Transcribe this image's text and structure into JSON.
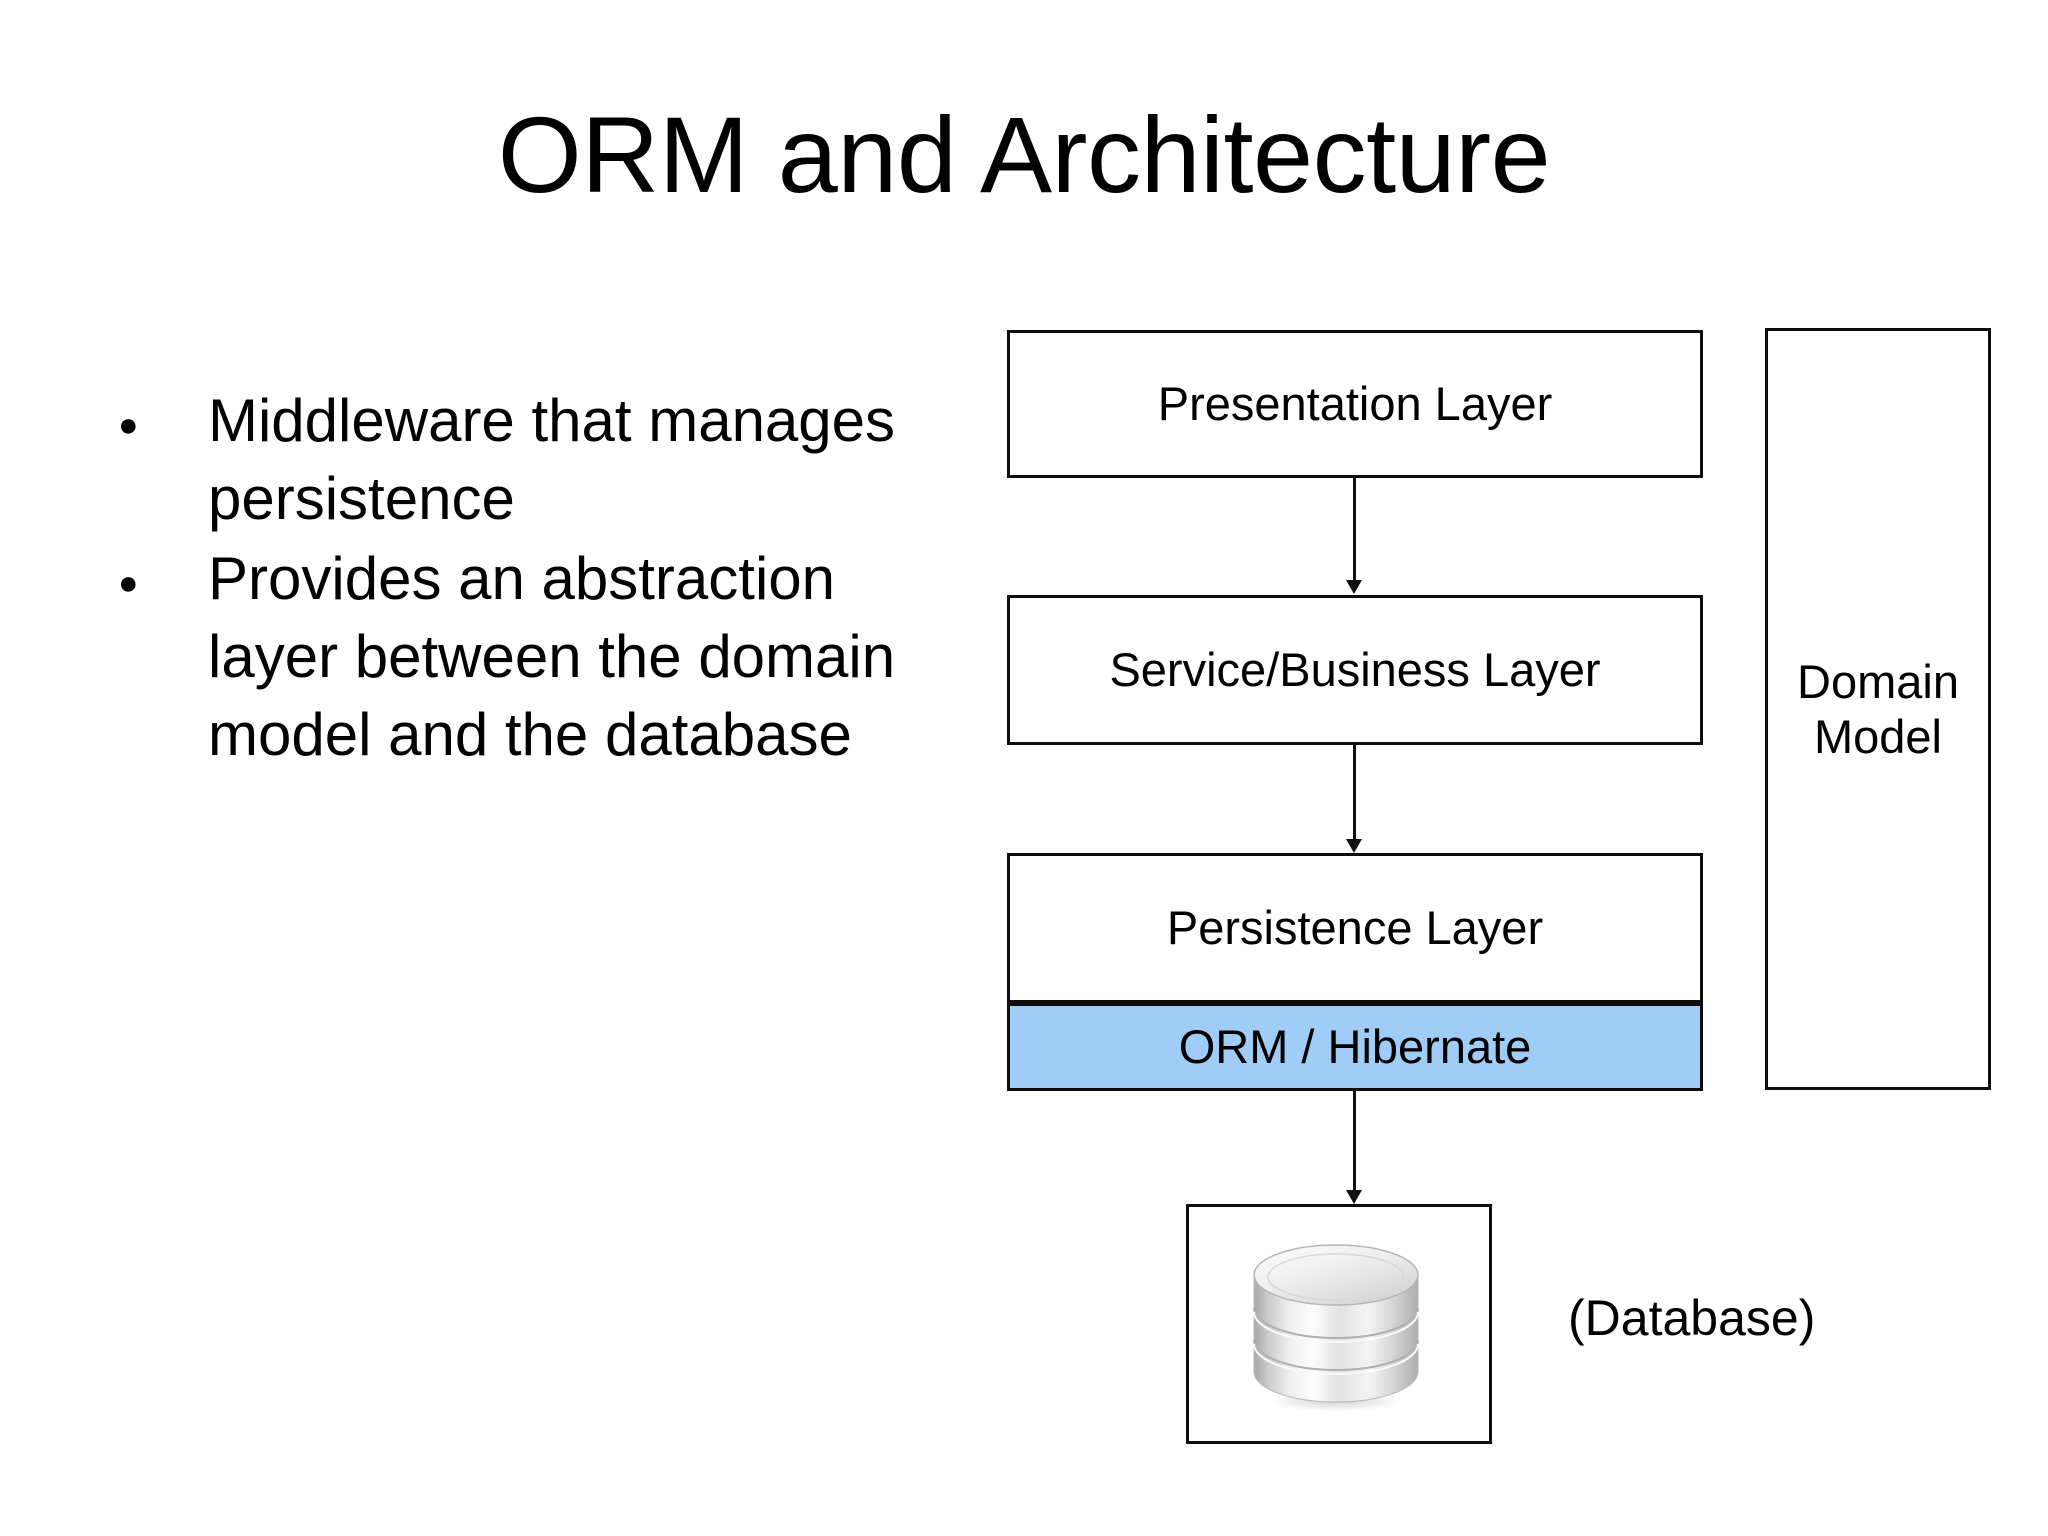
{
  "slide": {
    "title": "ORM and Architecture",
    "background_color": "#FFFFFF",
    "text_color": "#000000"
  },
  "bullets": [
    {
      "marker": "●",
      "text": "Middleware that manages persistence"
    },
    {
      "marker": "●",
      "text": "Provides an abstraction layer between the domain model and the database"
    }
  ],
  "diagram": {
    "layers": [
      {
        "id": "presentation",
        "label": "Presentation Layer",
        "fill": "#FFFFFF",
        "border": "#0D0D0D"
      },
      {
        "id": "service",
        "label": "Service/Business Layer",
        "fill": "#FFFFFF",
        "border": "#0D0D0D"
      },
      {
        "id": "persistence",
        "label": "Persistence Layer",
        "fill": "#FFFFFF",
        "border": "#0D0D0D"
      },
      {
        "id": "orm",
        "label": "ORM / Hibernate",
        "fill": "#9FCDF7",
        "border": "#0D0D0D"
      }
    ],
    "side_box": {
      "id": "domain-model",
      "label": "Domain Model",
      "fill": "#FFFFFF",
      "border": "#0D0D0D"
    },
    "database": {
      "icon": "database-cylinder-icon",
      "label": "(Database)",
      "fill": "#FFFFFF",
      "border": "#0D0D0D"
    },
    "connectors": [
      {
        "from": "presentation",
        "to": "service",
        "style": "arrow-down"
      },
      {
        "from": "service",
        "to": "persistence",
        "style": "arrow-down"
      },
      {
        "from": "orm",
        "to": "database",
        "style": "arrow-down"
      }
    ]
  }
}
